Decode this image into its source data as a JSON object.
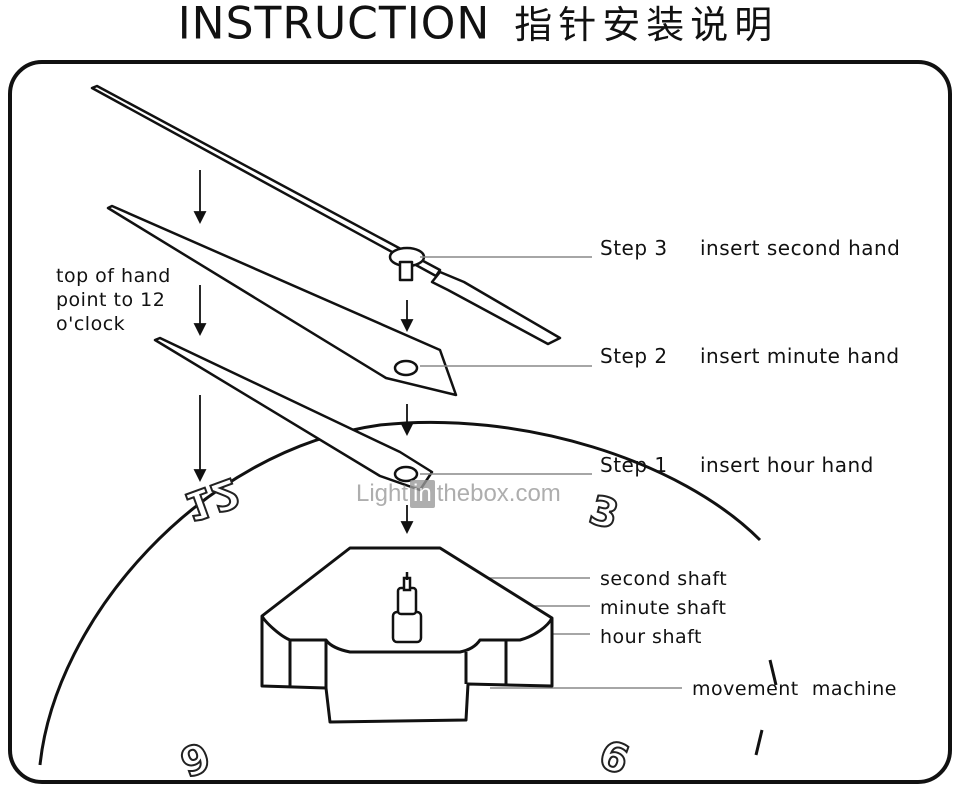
{
  "title": {
    "en": "INSTRUCTION",
    "zh": "指针安装说明"
  },
  "note": {
    "text": "top of hand point to 12 o'clock"
  },
  "steps": [
    {
      "step": "Step 3",
      "text": "insert second hand"
    },
    {
      "step": "Step 2",
      "text": "insert minute hand"
    },
    {
      "step": "Step 1",
      "text": "insert hour hand"
    }
  ],
  "parts": {
    "second_shaft": "second shaft",
    "minute_shaft": "minute shaft",
    "hour_shaft": "hour shaft",
    "movement": "movement  machine"
  },
  "dial_numbers": {
    "twelve": "12",
    "three": "3",
    "six": "6",
    "nine": "9"
  },
  "watermark": {
    "pre": "Light",
    "box": "in",
    "post": "thebox.com"
  }
}
